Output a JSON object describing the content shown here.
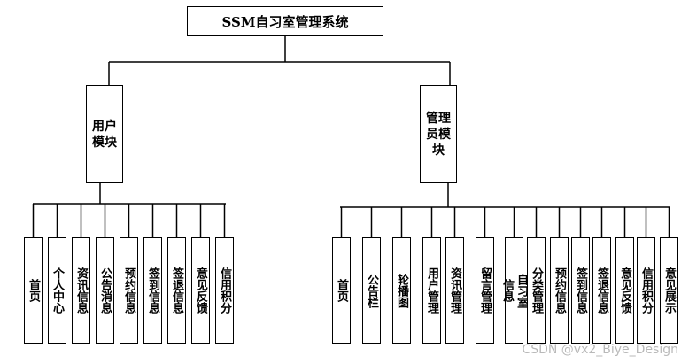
{
  "diagram": {
    "root": "SSM自习室管理系统",
    "user_module": {
      "label": "用户模块",
      "items": [
        "首页",
        "个人中心",
        "资讯信息",
        "公告消息",
        "预约信息",
        "签到信息",
        "签退信息",
        "意见反馈",
        "信用积分"
      ]
    },
    "admin_module": {
      "label": "管理员模块",
      "items": [
        "首页",
        "公告栏",
        "轮播图",
        "用户管理",
        "资讯管理",
        "留言管理",
        "自习室信息",
        "分类管理",
        "预约信息",
        "签到信息",
        "签退信息",
        "意见反馈",
        "信用积分",
        "意见展示"
      ]
    }
  },
  "watermark": "CSDN @vx2_Biye_Design"
}
